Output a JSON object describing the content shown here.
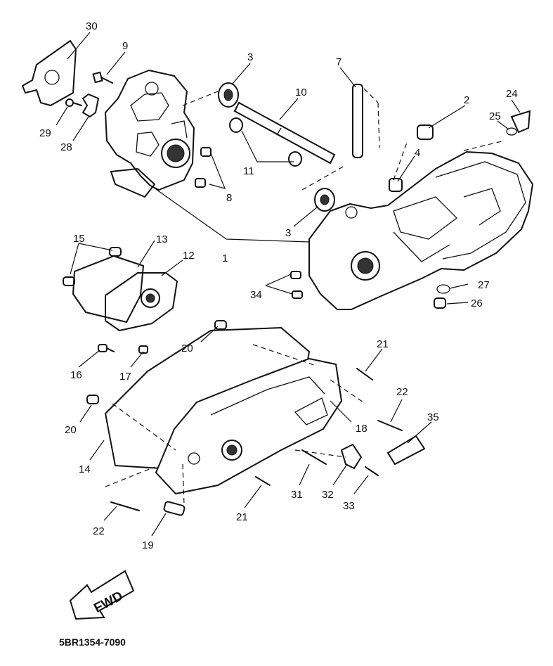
{
  "diagram": {
    "drawing_code": "5BR1354-7090",
    "direction_badge": "FWD",
    "callouts": [
      {
        "id": "c30",
        "label": "30"
      },
      {
        "id": "c9",
        "label": "9"
      },
      {
        "id": "c3a",
        "label": "3"
      },
      {
        "id": "c10",
        "label": "10"
      },
      {
        "id": "c7",
        "label": "7"
      },
      {
        "id": "c24",
        "label": "24"
      },
      {
        "id": "c2",
        "label": "2"
      },
      {
        "id": "c25",
        "label": "25"
      },
      {
        "id": "c29",
        "label": "29"
      },
      {
        "id": "c28",
        "label": "28"
      },
      {
        "id": "c11",
        "label": "11"
      },
      {
        "id": "c4",
        "label": "4"
      },
      {
        "id": "c8",
        "label": "8"
      },
      {
        "id": "c3b",
        "label": "3"
      },
      {
        "id": "c15",
        "label": "15"
      },
      {
        "id": "c13",
        "label": "13"
      },
      {
        "id": "c1",
        "label": "1"
      },
      {
        "id": "c12",
        "label": "12"
      },
      {
        "id": "c27",
        "label": "27"
      },
      {
        "id": "c34",
        "label": "34"
      },
      {
        "id": "c26",
        "label": "26"
      },
      {
        "id": "c20a",
        "label": "20"
      },
      {
        "id": "c21a",
        "label": "21"
      },
      {
        "id": "c16",
        "label": "16"
      },
      {
        "id": "c17",
        "label": "17"
      },
      {
        "id": "c22a",
        "label": "22"
      },
      {
        "id": "c35",
        "label": "35"
      },
      {
        "id": "c20b",
        "label": "20"
      },
      {
        "id": "c18",
        "label": "18"
      },
      {
        "id": "c14",
        "label": "14"
      },
      {
        "id": "c31",
        "label": "31"
      },
      {
        "id": "c32",
        "label": "32"
      },
      {
        "id": "c21b",
        "label": "21"
      },
      {
        "id": "c33",
        "label": "33"
      },
      {
        "id": "c22b",
        "label": "22"
      },
      {
        "id": "c19",
        "label": "19"
      }
    ]
  }
}
